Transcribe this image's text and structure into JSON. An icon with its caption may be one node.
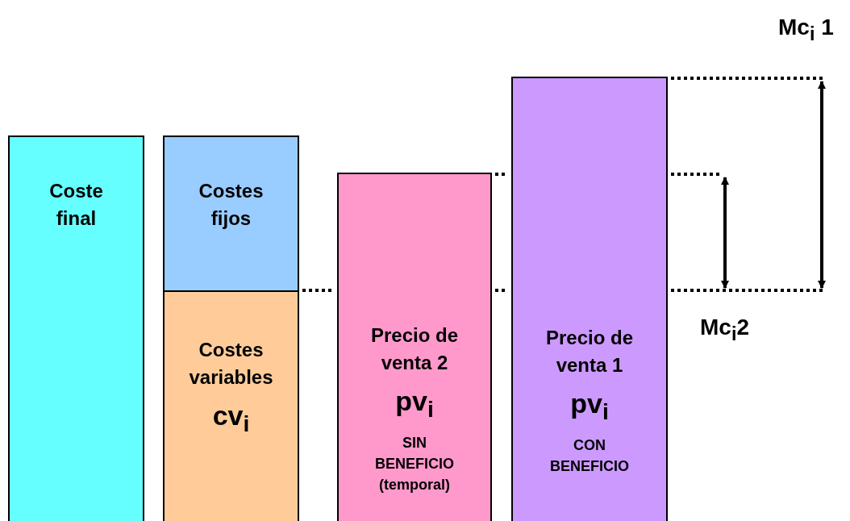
{
  "diagram": {
    "nodes": [
      {
        "text": [
          "Coste final"
        ]
      },
      {
        "text": [
          "Costes fijos"
        ]
      },
      {
        "text": [
          "Costes variables",
          "cv$_{i}$"
        ]
      },
      {
        "text": [
          "Precio de venta 2",
          "pv$_{i}$",
          "SIN BENEFICIO (temporal)"
        ]
      },
      {
        "text": [
          "Precio de venta 1",
          "pv$_{i}$",
          "CON BENEFICIO"
        ]
      }
    ],
    "labels": [
      "Mc$_{i}$ 1",
      "Mc$_{i}$2"
    ]
  }
}
